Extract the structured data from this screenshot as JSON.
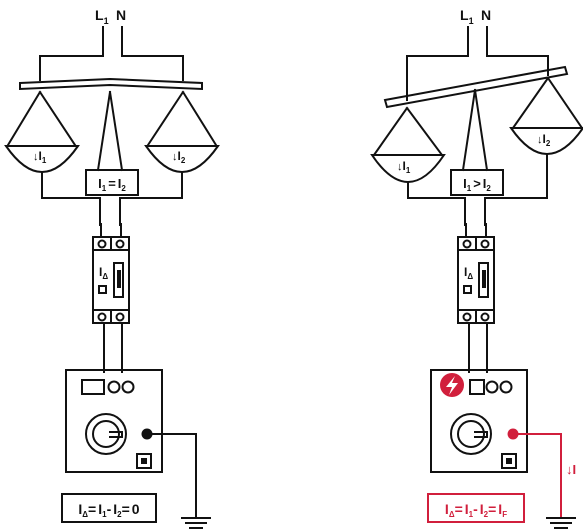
{
  "colors": {
    "ink": "#111111",
    "fault": "#d11f3c"
  },
  "left": {
    "supply": {
      "L": "L",
      "L_sub": "1",
      "N": "N"
    },
    "pan1": {
      "sym": "I",
      "sub": "1"
    },
    "pan2": {
      "sym": "I",
      "sub": "2"
    },
    "center": {
      "a": "I",
      "a_sub": "1",
      "op": "=",
      "b": "I",
      "b_sub": "2"
    },
    "rcd_label": {
      "sym": "I",
      "sub": "Δ"
    },
    "result": {
      "a": "I",
      "a_sub": "Δ",
      "eq1": "=",
      "b": "I",
      "b_sub": "1",
      "minus": "-",
      "c": "I",
      "c_sub": "2",
      "eq2": "=",
      "value": "0"
    }
  },
  "right": {
    "supply": {
      "L": "L",
      "L_sub": "1",
      "N": "N"
    },
    "pan1": {
      "sym": "I",
      "sub": "1"
    },
    "pan2": {
      "sym": "I",
      "sub": "2"
    },
    "center": {
      "a": "I",
      "a_sub": "1",
      "op": ">",
      "b": "I",
      "b_sub": "2"
    },
    "rcd_label": {
      "sym": "I",
      "sub": "Δ"
    },
    "fault_label": {
      "sym": "I"
    },
    "result": {
      "a": "I",
      "a_sub": "Δ",
      "eq1": "=",
      "b": "I",
      "b_sub": "1",
      "minus": "-",
      "c": "I",
      "c_sub": "2",
      "eq2": "=",
      "d": "I",
      "d_sub": "F"
    }
  },
  "icons": {
    "fault": "lightning-bolt-icon",
    "ground": "ground-icon",
    "arrow": "down-arrow-icon"
  }
}
